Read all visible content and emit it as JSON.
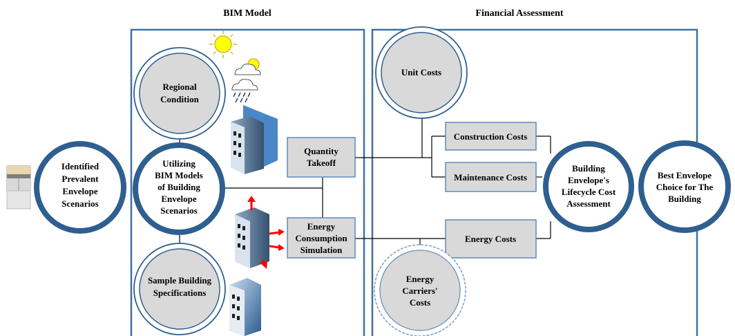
{
  "sections": {
    "bim_model": "BIM Model",
    "financial_assessment": "Financial Assessment"
  },
  "nodes": {
    "identified": [
      "Identified",
      "Prevalent",
      "Envelope",
      "Scenarios"
    ],
    "regional": [
      "Regional",
      "Condition"
    ],
    "utilizing": [
      "Utilizing",
      "BIM Models",
      "of Building",
      "Envelope",
      "Scenarios"
    ],
    "sample": [
      "Sample Building",
      "Specifications"
    ],
    "quantity": [
      "Quantity",
      "Takeoff"
    ],
    "energy_sim": [
      "Energy",
      "Consumption",
      "Simulation"
    ],
    "unit_costs": [
      "Unit Costs"
    ],
    "construction": [
      "Construction Costs"
    ],
    "maintenance": [
      "Maintenance Costs"
    ],
    "energy_costs": [
      "Energy Costs"
    ],
    "energy_carriers": [
      "Energy",
      "Carriers'",
      "Costs"
    ],
    "lifecycle": [
      "Building",
      "Envelope's",
      "Lifecycle Cost",
      "Assessment"
    ],
    "best": [
      "Best Envelope",
      "Choice for The",
      "Building"
    ]
  },
  "colors": {
    "frame": "#41719c",
    "ring": "#2e5f8e",
    "box_fill": "#d9d9d9",
    "box_stroke": "#5b8bb8",
    "line": "#000000",
    "arrow": "#ff0000",
    "sun": "#ffff00"
  },
  "icons": [
    "sun-icon",
    "cloud-sun-icon",
    "rain-cloud-icon",
    "building-icon",
    "envelope-wall-icon"
  ]
}
